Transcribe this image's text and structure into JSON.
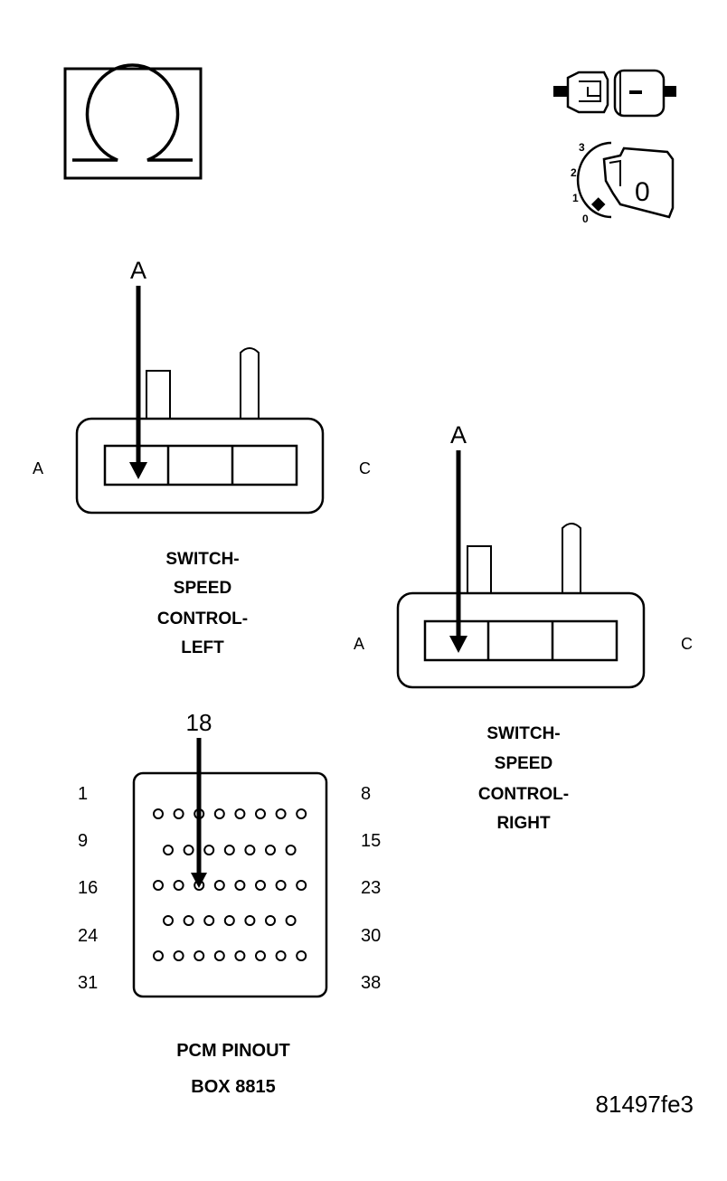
{
  "ohmmeter_symbol": {
    "icon": "ohm-icon",
    "glyph": "Ω"
  },
  "disconnect_icon": {
    "icon": "connector-disconnect-icon"
  },
  "ignition_icon": {
    "icon": "ignition-key-icon",
    "positions": [
      "3",
      "2",
      "1",
      "0"
    ],
    "key_label": "0"
  },
  "switch_left": {
    "probe_label": "A",
    "pin_left": "A",
    "pin_right": "C",
    "caption": [
      "SWITCH-",
      "SPEED",
      "CONTROL-",
      "LEFT"
    ]
  },
  "switch_right": {
    "probe_label": "A",
    "pin_left": "A",
    "pin_right": "C",
    "caption": [
      "SWITCH-",
      "SPEED",
      "CONTROL-",
      "RIGHT"
    ]
  },
  "pcm": {
    "probe_label": "18",
    "row_start_labels": [
      "1",
      "9",
      "16",
      "24",
      "31"
    ],
    "row_end_labels": [
      "8",
      "15",
      "23",
      "30",
      "38"
    ],
    "row_pin_counts": [
      8,
      7,
      8,
      7,
      8
    ],
    "caption": [
      "PCM PINOUT",
      "BOX 8815"
    ]
  },
  "figure_id": "81497fe3"
}
